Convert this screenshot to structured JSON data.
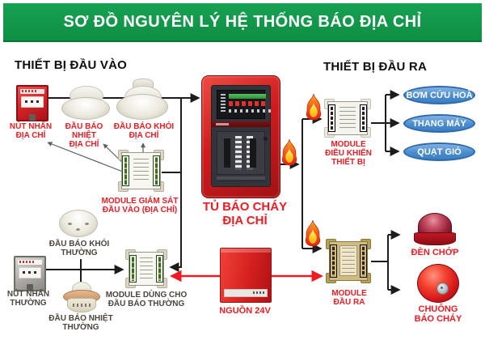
{
  "banner": {
    "title": "SƠ ĐỒ NGUYÊN LÝ HỆ THỐNG BÁO ĐỊA CHỈ"
  },
  "sections": {
    "input": "THIẾT BỊ ĐẦU VÀO",
    "output": "THIẾT BỊ ĐẦU RA"
  },
  "input_devices": {
    "addressable_call_point": {
      "label": [
        "NÚT NHẤN",
        "ĐỊA CHỈ"
      ]
    },
    "addressable_heat_detector": {
      "label": [
        "ĐẦU BÁO NHIỆT",
        "ĐỊA CHỈ"
      ]
    },
    "addressable_smoke_detector": {
      "label": [
        "ĐẦU BÁO KHÓI",
        "ĐỊA CHỈ"
      ]
    },
    "monitor_module": {
      "label": [
        "MODULE GIÁM SÁT",
        "ĐẦU VÀO (ĐỊA CHỈ)"
      ]
    },
    "conventional_smoke_detector": {
      "label": [
        "ĐẦU BÁO KHÓI",
        "THƯỜNG"
      ]
    },
    "conventional_call_point": {
      "label": [
        "NÚT NHẤN",
        "THƯỜNG"
      ]
    },
    "conventional_heat_detector": {
      "label": [
        "ĐẦU BÁO NHIỆT",
        "THƯỜNG"
      ]
    },
    "conventional_module": {
      "label": [
        "MODULE DÙNG CHO",
        "ĐẦU BÁO THƯỜNG"
      ]
    }
  },
  "control_panel": {
    "label": [
      "TỦ BÁO CHÁY",
      "ĐỊA CHỈ"
    ]
  },
  "power_supply": {
    "label": "NGUỒN 24V"
  },
  "output_devices": {
    "control_module": {
      "label": [
        "MODULE",
        "ĐIỀU KHIỂN",
        "THIẾT BỊ"
      ]
    },
    "targets": [
      "BƠM CỨU HOÀ",
      "THANG MÁY",
      "QUẠT GIÓ"
    ],
    "output_module": {
      "label": [
        "MODULE",
        "ĐẦU RA"
      ]
    },
    "strobe": {
      "label": "ĐÈN CHỚP"
    },
    "bell": {
      "label": [
        "CHUÔNG",
        "BÁO CHÁY"
      ]
    }
  },
  "colors": {
    "banner_green": "#13994c",
    "label_red": "#ed1c24",
    "label_gray": "#4a453f",
    "pill_blue": "#4a8ccd",
    "pill_border": "#2d6aa9",
    "wire_black": "#1c1c1c",
    "wire_red": "#ec1c24"
  }
}
